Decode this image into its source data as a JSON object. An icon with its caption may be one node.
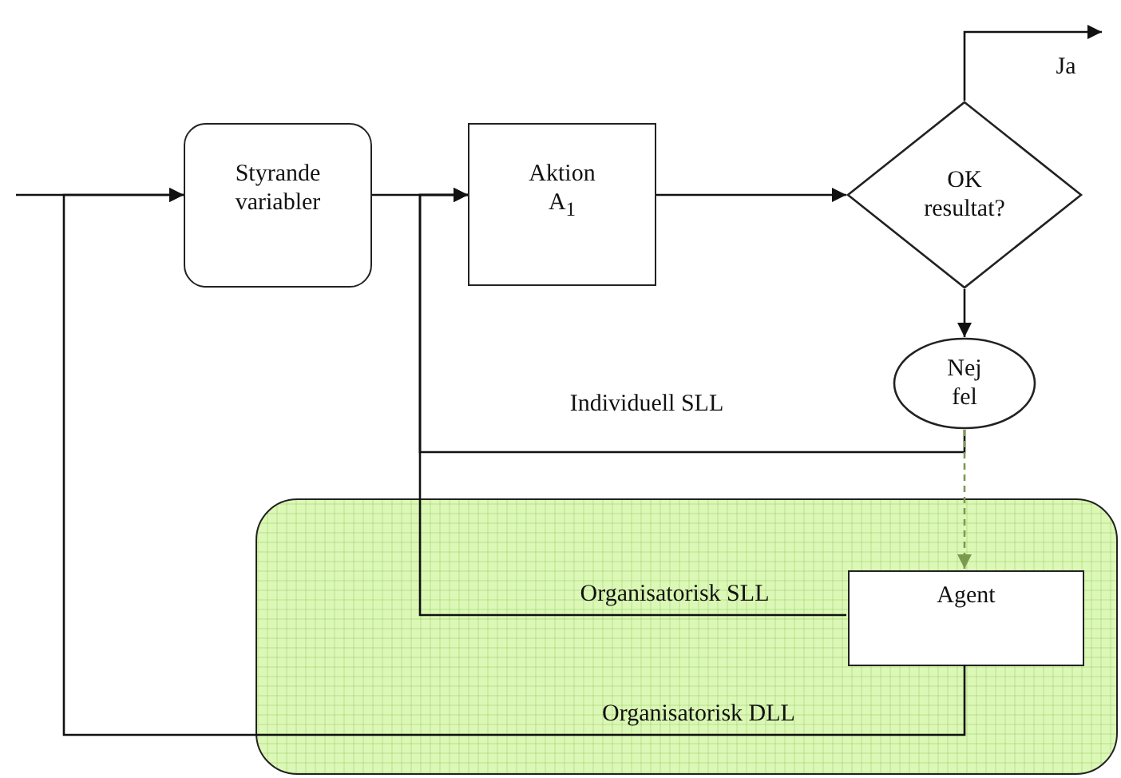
{
  "diagram": {
    "nodes": [
      {
        "text": [
          "Styrande variabler"
        ]
      },
      {
        "text": [
          "Aktion A$_{1}$"
        ]
      },
      {
        "text": [
          "OK resultat?"
        ]
      },
      {
        "text": [
          "Nej fel"
        ]
      },
      {
        "text": [],
        "shape": "box"
      },
      {
        "text": [
          "Agent"
        ],
        "in": 4
      }
    ],
    "edges": [
      {
        "from": null,
        "to": 0,
        "arrow": "to"
      },
      {
        "from": 0,
        "to": 1,
        "arrow": "to"
      },
      {
        "from": 1,
        "to": 2,
        "arrow": "to"
      },
      {
        "from": 2,
        "to": null,
        "arrow": "to",
        "label": "Ja"
      },
      {
        "from": 2,
        "to": 3,
        "arrow": "to"
      },
      {
        "from": 3,
        "to": 1,
        "arrow": "to",
        "label": "Individuell SLL"
      },
      {
        "from": 3,
        "to": 5,
        "arrow": "to",
        "style": "dashed",
        "color": "#7a9a50"
      },
      {
        "from": 5,
        "to": 1,
        "arrow": "to",
        "label": "Organisatorisk SLL"
      },
      {
        "from": 5,
        "to": 0,
        "arrow": "to",
        "label": "Organisatorisk DLL"
      }
    ]
  }
}
